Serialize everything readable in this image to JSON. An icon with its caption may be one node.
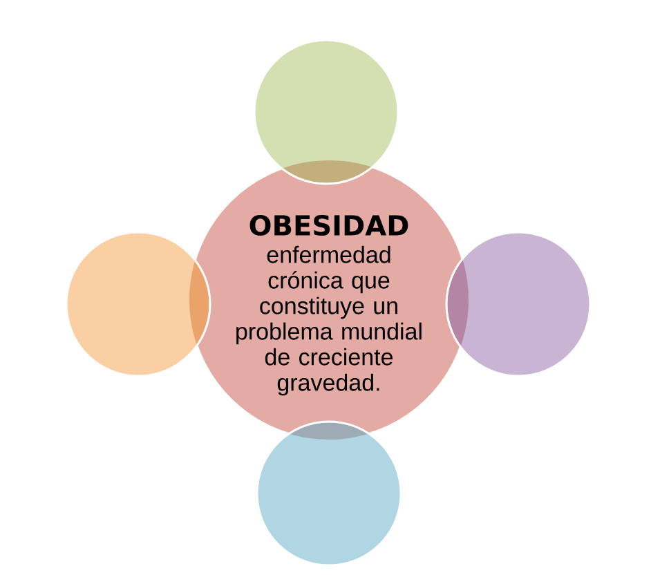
{
  "diagram": {
    "nodes": [
      {
        "text": [
          "OBESIDAD",
          "enfermedad crónica que constituye un problema mundial de creciente gravedad."
        ]
      },
      {
        "text": [],
        "shape": "circle"
      },
      {
        "text": [],
        "shape": "circle"
      },
      {
        "text": [],
        "shape": "circle"
      },
      {
        "text": [],
        "shape": "circle"
      }
    ]
  }
}
